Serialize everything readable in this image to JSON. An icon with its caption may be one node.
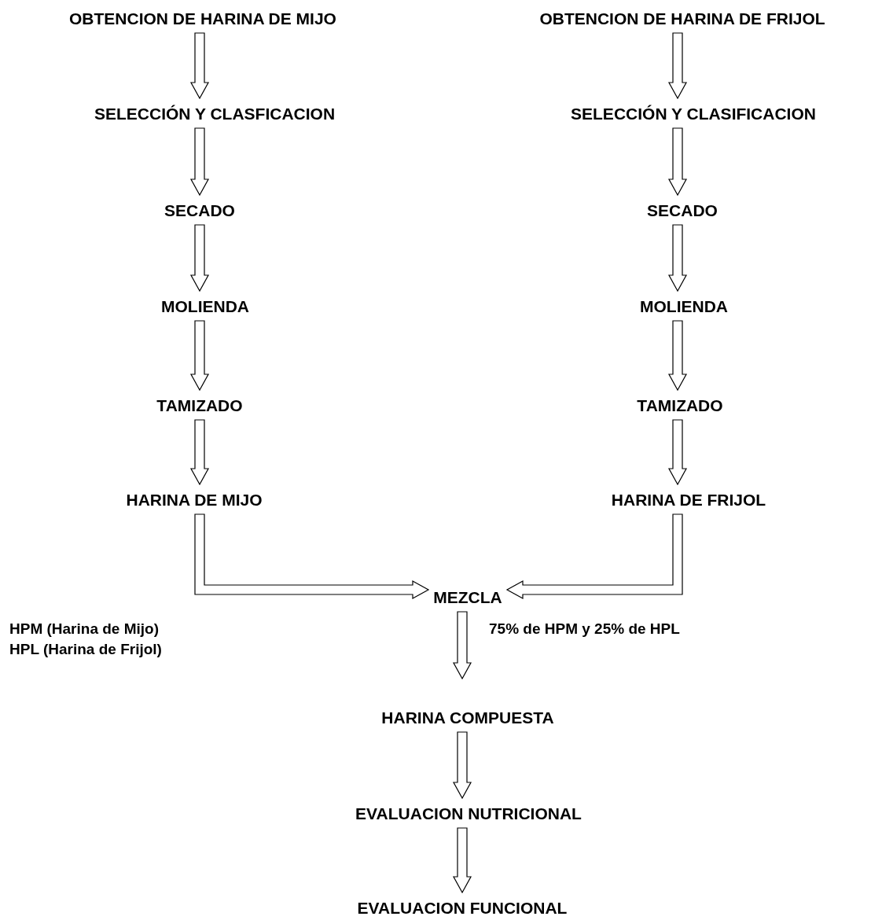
{
  "diagram": {
    "nodes": [
      {
        "text": [
          "OBTENCION DE HARINA DE MIJO"
        ]
      },
      {
        "text": [
          "OBTENCION DE HARINA DE FRIJOL"
        ]
      },
      {
        "text": [
          "SELECCIÓN Y CLASFICACION"
        ]
      },
      {
        "text": [
          "SELECCIÓN Y CLASIFICACION"
        ]
      },
      {
        "text": [
          "SECADO"
        ]
      },
      {
        "text": [
          "SECADO"
        ]
      },
      {
        "text": [
          "MOLIENDA"
        ]
      },
      {
        "text": [
          "MOLIENDA"
        ]
      },
      {
        "text": [
          "TAMIZADO"
        ]
      },
      {
        "text": [
          "TAMIZADO"
        ]
      },
      {
        "text": [
          "HARINA DE MIJO"
        ]
      },
      {
        "text": [
          "HARINA DE FRIJOL"
        ]
      },
      {
        "text": [
          "MEZCLA"
        ]
      },
      {
        "text": [
          "HARINA COMPUESTA"
        ]
      },
      {
        "text": [
          "EVALUACION NUTRICIONAL"
        ]
      },
      {
        "text": [
          "EVALUACION FUNCIONAL"
        ]
      }
    ],
    "edges": [
      {
        "from": 0,
        "to": 2,
        "arrow": "to"
      },
      {
        "from": 1,
        "to": 3,
        "arrow": "to"
      },
      {
        "from": 2,
        "to": 4,
        "arrow": "to"
      },
      {
        "from": 3,
        "to": 5,
        "arrow": "to"
      },
      {
        "from": 4,
        "to": 6,
        "arrow": "to"
      },
      {
        "from": 5,
        "to": 7,
        "arrow": "to"
      },
      {
        "from": 6,
        "to": 8,
        "arrow": "to"
      },
      {
        "from": 7,
        "to": 9,
        "arrow": "to"
      },
      {
        "from": 8,
        "to": 10,
        "arrow": "to"
      },
      {
        "from": 9,
        "to": 11,
        "arrow": "to"
      },
      {
        "from": 10,
        "to": 12,
        "arrow": "to"
      },
      {
        "from": 11,
        "to": 12,
        "arrow": "to"
      },
      {
        "from": 12,
        "to": 13,
        "arrow": "to",
        "label": "75% de HPM y 25% de HPL"
      },
      {
        "from": 13,
        "to": 14,
        "arrow": "to"
      },
      {
        "from": 14,
        "to": 15,
        "arrow": "to"
      }
    ],
    "labels": [
      "HPM (Harina de Mijo)",
      "HPL (Harina de Frijol)"
    ]
  }
}
